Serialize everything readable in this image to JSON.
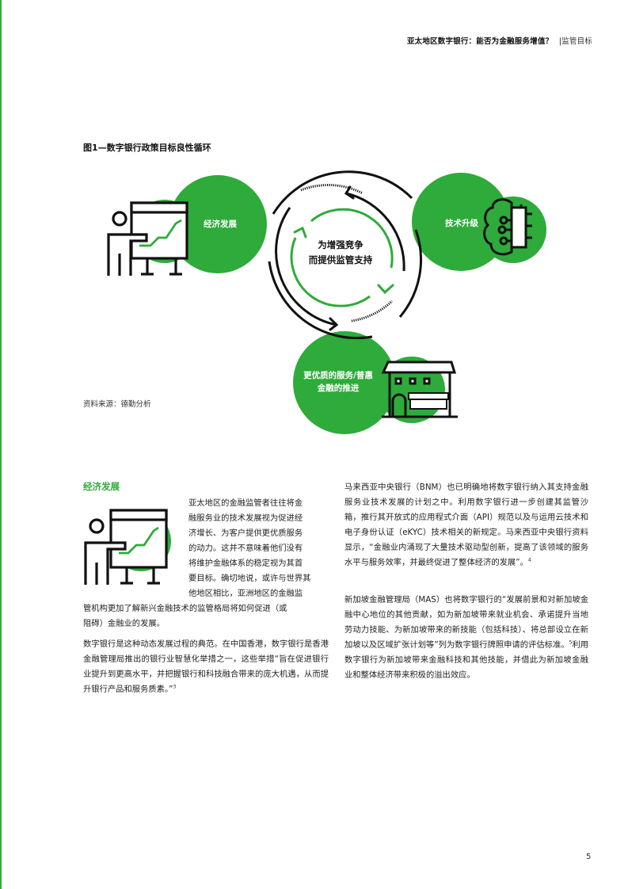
{
  "header": {
    "title": "亚太地区数字银行：能否为金融服务增值？",
    "separator": "|",
    "section": "监管目标"
  },
  "figure": {
    "title": "图1—数字银行政策目标良性循环",
    "center_label_line1": "为增强竞争",
    "center_label_line2": "而提供监管支持",
    "nodes": [
      {
        "label": "经济发展",
        "icon": "presenter-chart-icon"
      },
      {
        "label": "技术升级",
        "icon": "brain-chip-icon"
      },
      {
        "label_line1": "更优质的服务/普惠",
        "label_line2": "金融的推进",
        "icon": "storefront-icon"
      }
    ],
    "source": "资料来源：德勤分析"
  },
  "colors": {
    "accent_green": "#2eab3a",
    "icon_green": "#2eab3a",
    "text": "#222222"
  },
  "section": {
    "heading": "经济发展",
    "left_column": {
      "p1": "亚太地区的金融监管者往往将金融服务业的技术发展视为促进经济增长、为客户提供更优质服务的动力。这并不意味着他们没有将维护金融体系的稳定视为其首要目标。确切地说，或许与世界其他地区相比，亚洲地区的金融监管机构更加了解新兴金融技术的监管格局将如何促进（或阻碍）金融业的发展。",
      "p1_lines": [
        "亚太地区的金融监管者往往将金",
        "融服务业的技术发展视为促进经",
        "济增长、为客户提供更优质服务",
        "的动力。这并不意味着他们没有",
        "将维护金融体系的稳定视为其首",
        "要目标。确切地说，或许与世界其",
        "他地区相比，亚洲地区的金融监",
        "管机构更加了解新兴金融技术的监管格局将如何促进（或",
        "阻碍）金融业的发展。"
      ],
      "p2": "数字银行是这种动态发展过程的典范。在中国香港，数字银行是香港金融管理局推出的银行业智慧化举措之一，这些举措“旨在促进银行业提升到更高水平，并把握银行和科技融合带来的庞大机遇，从而提升银行产品和服务质素。”",
      "p2_footnote": "3"
    },
    "right_column": {
      "p1": "马来西亚中央银行（BNM）也已明确地将数字银行纳入其支持金融服务业技术发展的计划之中。利用数字银行进一步创建其监管沙箱，推行其开放式的应用程式介面（API）规范以及与运用云技术和电子身份认证（eKYC）技术相关的新规定。马来西亚中央银行资料显示，“金融业内涌现了大量技术驱动型创新，提高了该领域的服务水平与服务效率，并最终促进了整体经济的发展”。",
      "p1_footnote": "4",
      "p2_a": "新加坡金融管理局（MAS）也将数字银行的“发展前景和对新加坡金融中心地位的其他贡献，如为新加坡带来就业机会、承诺提升当地劳动力技能、为新加坡带来的新技能（包括科技）、将总部设立在新加坡以及区域扩张计划等”列为数字银行牌照申请的评估标准。",
      "p2_footnote": "5",
      "p2_b": "利用数字银行为新加坡带来金融科技和其他技能，并借此为新加坡金融业和整体经济带来积极的溢出效应。"
    }
  },
  "footer": {
    "page_number": "5"
  }
}
